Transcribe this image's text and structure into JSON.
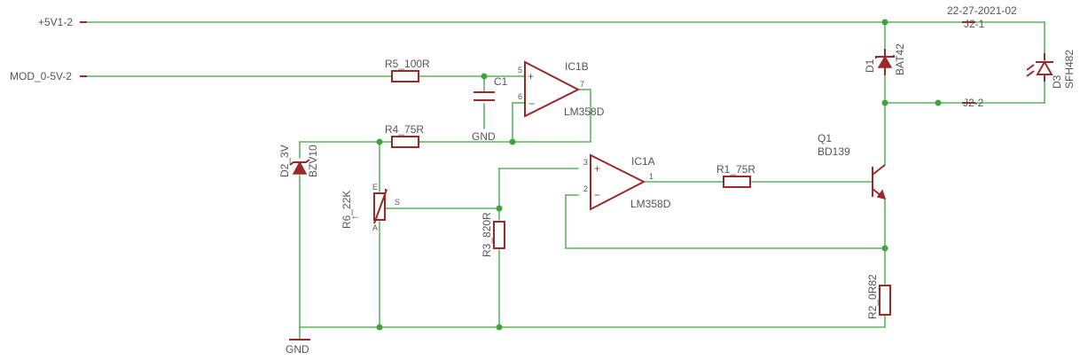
{
  "title_block": {
    "date_stamp": "22-27-2021-02"
  },
  "nets": {
    "vcc": "+5V1-2",
    "mod": "MOD_0-5V-2",
    "gnd_c1": "GND",
    "gnd_main": "GND",
    "j2_1": "J2-1",
    "j2_2": "J2-2"
  },
  "components": {
    "r5": {
      "name": "R5",
      "value": "100R"
    },
    "c1": {
      "name": "C1"
    },
    "ic1b": {
      "name": "IC1B",
      "value": "LM358D",
      "pin_in_plus": "5",
      "pin_in_minus": "6",
      "pin_out": "7"
    },
    "r4": {
      "name": "R4",
      "value": "75R"
    },
    "d2": {
      "name": "D2",
      "value": "3V",
      "part": "BZV10"
    },
    "r6": {
      "name": "R6",
      "value": "22K",
      "pin_e": "E",
      "pin_a": "A",
      "pin_s": "S"
    },
    "r3": {
      "name": "R3",
      "value": "820R"
    },
    "ic1a": {
      "name": "IC1A",
      "value": "LM358D",
      "pin_in_plus": "3",
      "pin_in_minus": "2",
      "pin_out": "1"
    },
    "r1": {
      "name": "R1",
      "value": "75R"
    },
    "q1": {
      "name": "Q1",
      "value": "BD139"
    },
    "d1": {
      "name": "D1",
      "value": "BAT42"
    },
    "d3": {
      "name": "D3",
      "value": "SFH482"
    },
    "r2": {
      "name": "R2",
      "value": "0R82"
    }
  },
  "colors": {
    "wire": "#3fa33f",
    "component": "#9a2a2a",
    "text": "#555555",
    "background": "#ffffff"
  }
}
